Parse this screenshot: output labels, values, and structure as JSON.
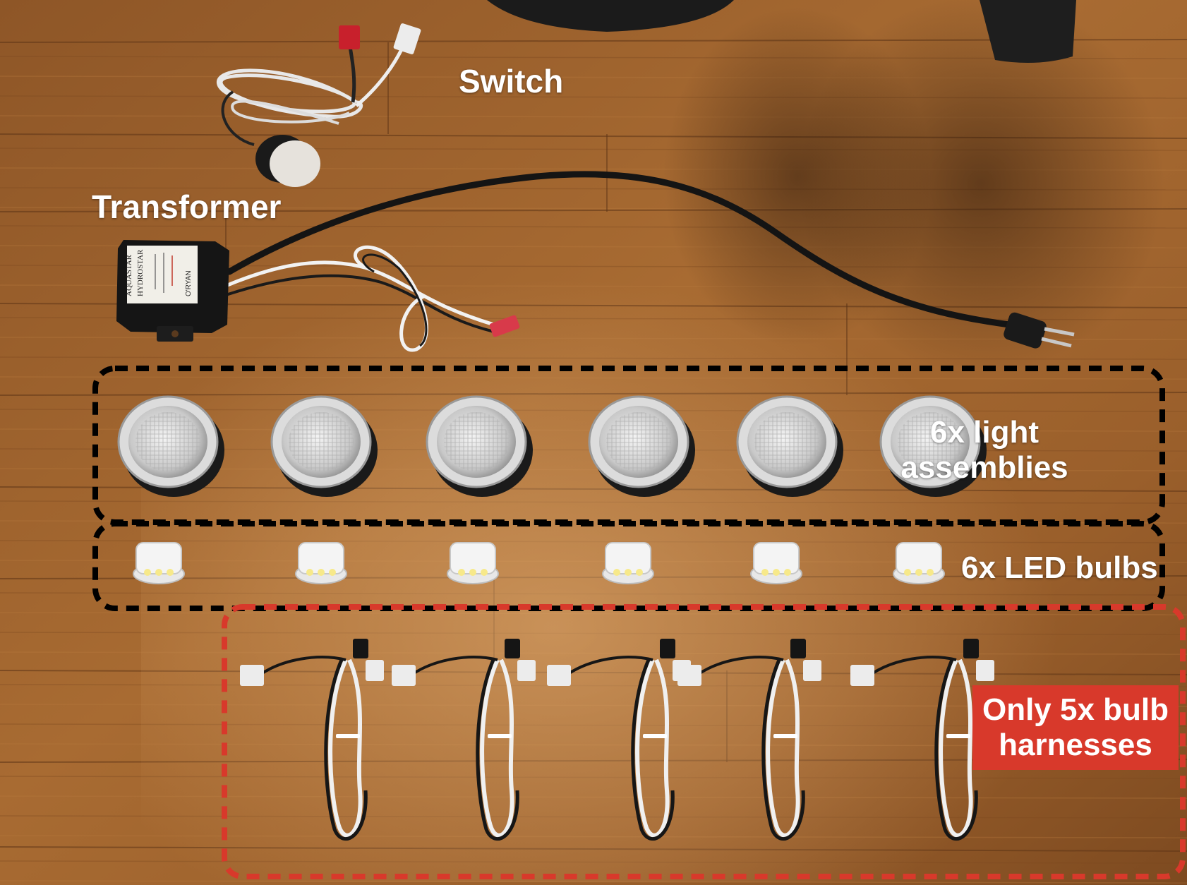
{
  "photo": {
    "subject": "Spa lighting kit parts laid out on a hardwood floor",
    "colors": {
      "wood": "#a0652e",
      "wood_dark": "#7a4a22",
      "wood_light": "#c58a4c",
      "callout_black": "#000000",
      "callout_red": "#d8392b",
      "label_text": "#ffffff"
    }
  },
  "labels": {
    "switch": "Switch",
    "transformer": "Transformer",
    "lights_line1": "6x light",
    "lights_line2": "assemblies",
    "bulbs": "6x LED bulbs",
    "harness_line1": "Only 5x bulb",
    "harness_line2": "harnesses"
  },
  "transformer_text": {
    "brand": "AQUASTAR",
    "model": "HYDROSTAR",
    "maker": "O'RYAN"
  },
  "counts": {
    "light_assemblies": 6,
    "led_bulbs": 6,
    "bulb_harnesses": 5
  }
}
